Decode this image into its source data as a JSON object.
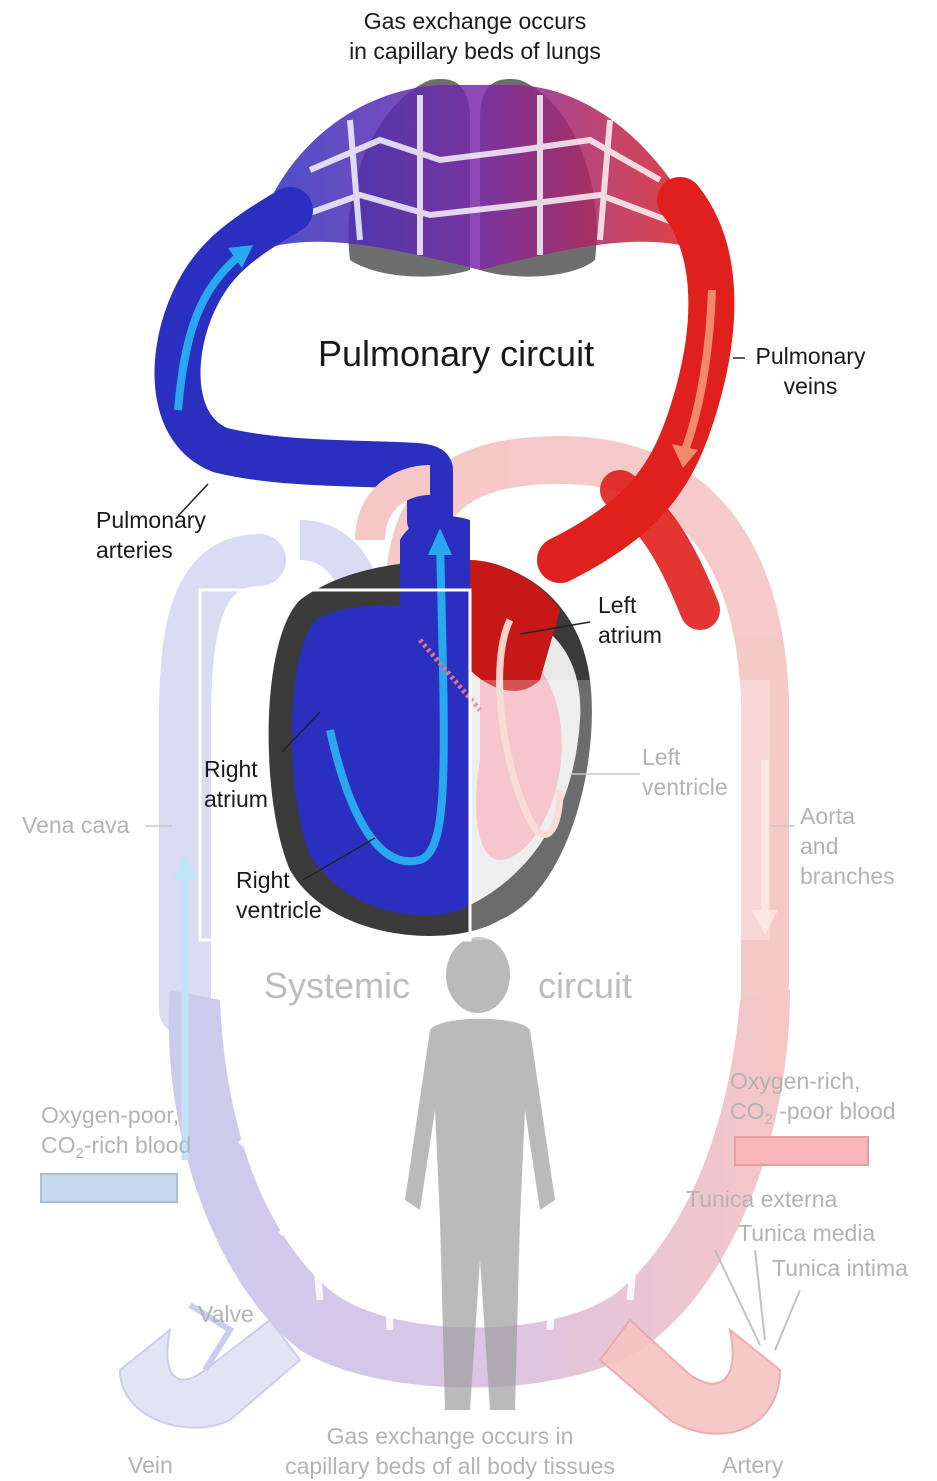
{
  "labels": {
    "top_gas_exchange": [
      "Gas exchange occurs",
      "in capillary beds of lungs"
    ],
    "pulmonary_circuit": "Pulmonary circuit",
    "pulmonary_veins": [
      "Pulmonary",
      "veins"
    ],
    "pulmonary_arteries": [
      "Pulmonary",
      "arteries"
    ],
    "left_atrium": [
      "Left",
      "atrium"
    ],
    "right_atrium": [
      "Right",
      "atrium"
    ],
    "left_ventricle": [
      "Left",
      "ventricle"
    ],
    "right_ventricle": [
      "Right",
      "ventricle"
    ],
    "vena_cava": "Vena cava",
    "aorta": [
      "Aorta",
      "and",
      "branches"
    ],
    "systemic": "Systemic",
    "circuit": "circuit",
    "oxygen_rich": {
      "line1": "Oxygen-rich,",
      "co": "CO",
      "sub": "2",
      "rest": " -poor blood"
    },
    "oxygen_poor": {
      "line1": "Oxygen-poor,",
      "co": "CO",
      "sub": "2",
      "rest": "-rich blood"
    },
    "tunica_externa": "Tunica externa",
    "tunica_media": "Tunica media",
    "tunica_intima": "Tunica intima",
    "valve": "Valve",
    "vein": "Vein",
    "artery": "Artery",
    "bottom_gas_exchange": [
      "Gas exchange occurs in",
      "capillary beds of all body tissues"
    ]
  },
  "colors": {
    "oxygen_poor": "#2a2fc0",
    "oxygen_rich": "#e0201c",
    "flow_arrow_blue": "#29a8ef",
    "flow_arrow_red": "#f08a6a",
    "legend_poor": "#c7d8ec",
    "legend_rich": "#f6b8bc"
  }
}
